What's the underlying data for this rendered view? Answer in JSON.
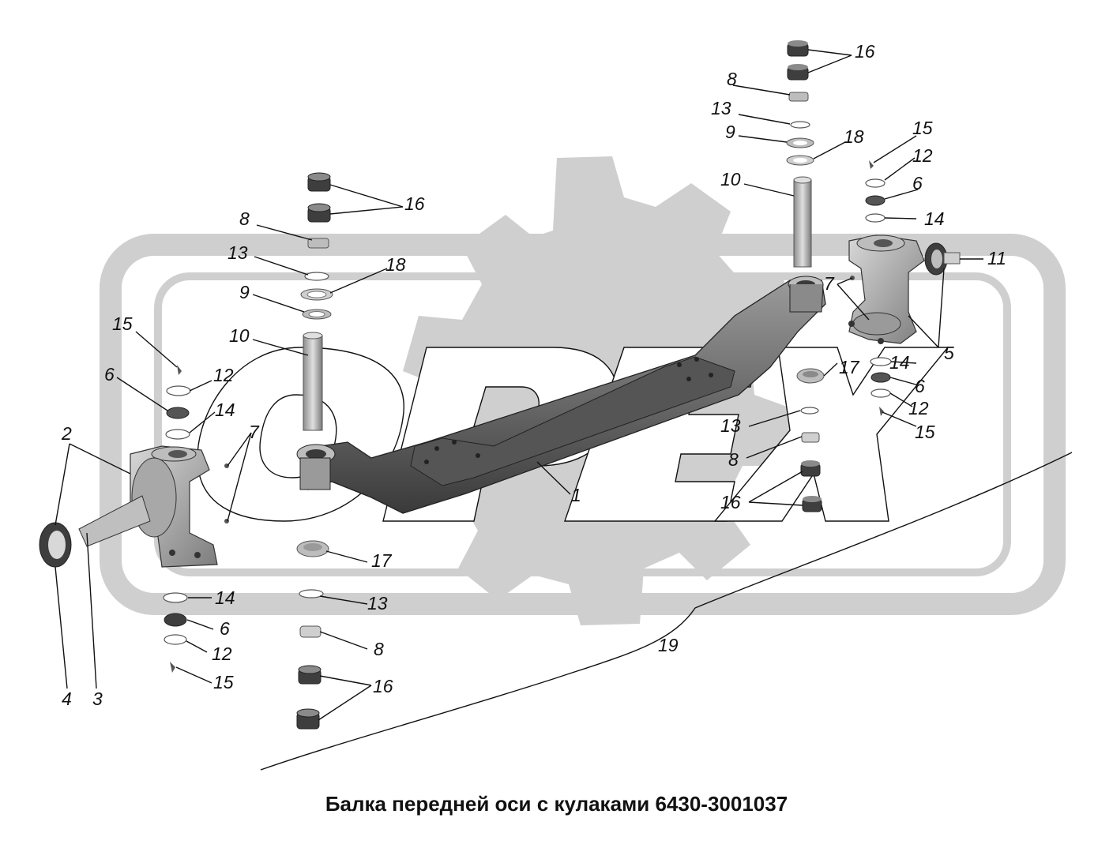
{
  "caption": "Балка передней оси с кулаками 6430-3001037",
  "watermark": {
    "brand": "OPEX",
    "color": "#c9c9c9"
  },
  "colors": {
    "line": "#111111",
    "part_dark": "#3d3d3d",
    "part_mid": "#8a8a8a",
    "part_light": "#bdbdbd"
  },
  "callouts": [
    "1",
    "2",
    "3",
    "4",
    "5",
    "6",
    "6",
    "6",
    "6",
    "7",
    "7",
    "8",
    "8",
    "8",
    "8",
    "9",
    "9",
    "10",
    "10",
    "11",
    "12",
    "12",
    "12",
    "12",
    "13",
    "13",
    "13",
    "13",
    "14",
    "14",
    "14",
    "14",
    "15",
    "15",
    "15",
    "15",
    "16",
    "16",
    "16",
    "16",
    "17",
    "17",
    "18",
    "18",
    "19"
  ]
}
